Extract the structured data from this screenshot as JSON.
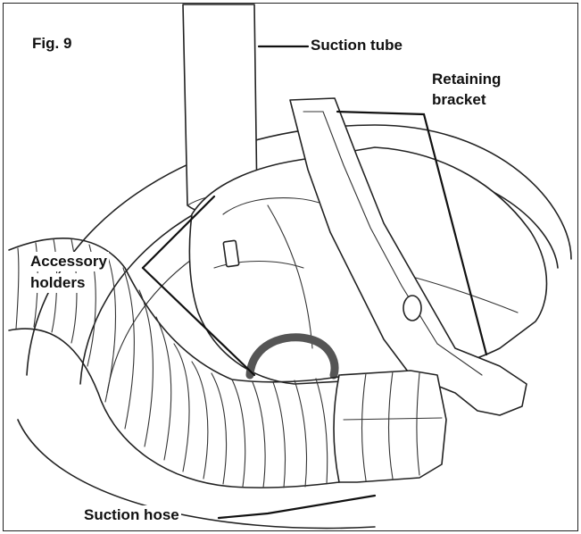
{
  "figure": {
    "fig_number": "Fig. 9",
    "labels": {
      "suction_tube": "Suction tube",
      "retaining_bracket_line1": "Retaining",
      "retaining_bracket_line2": "bracket",
      "accessory_holders_line1": "Accessory",
      "accessory_holders_line2": "holders",
      "suction_hose": "Suction hose"
    }
  }
}
